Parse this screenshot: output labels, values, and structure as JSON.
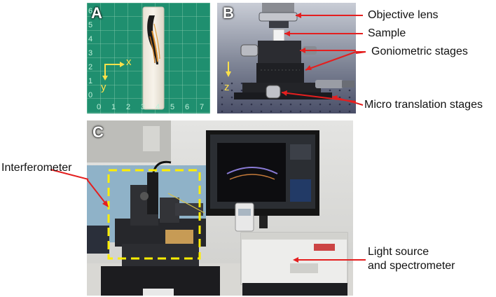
{
  "figure": {
    "accent_color": "#e41f1f",
    "dashed_box_color": "#ffee00",
    "axis_color": "#ffe14a",
    "panels": [
      {
        "label": "A",
        "axes": {
          "x": "x",
          "y": "y"
        },
        "ruler_left": [
          "6",
          "5",
          "4",
          "3",
          "2",
          "1",
          "0"
        ],
        "ruler_bottom": [
          "0",
          "1",
          "2",
          "3",
          "4",
          "5",
          "6",
          "7"
        ]
      },
      {
        "label": "B",
        "axis": "z",
        "callouts": [
          "Objective lens",
          "Sample",
          "Goniometric stages",
          "Micro translation stages"
        ]
      },
      {
        "label": "C",
        "callouts": [
          "Interferometer",
          "Light source",
          "and spectrometer"
        ]
      }
    ]
  }
}
